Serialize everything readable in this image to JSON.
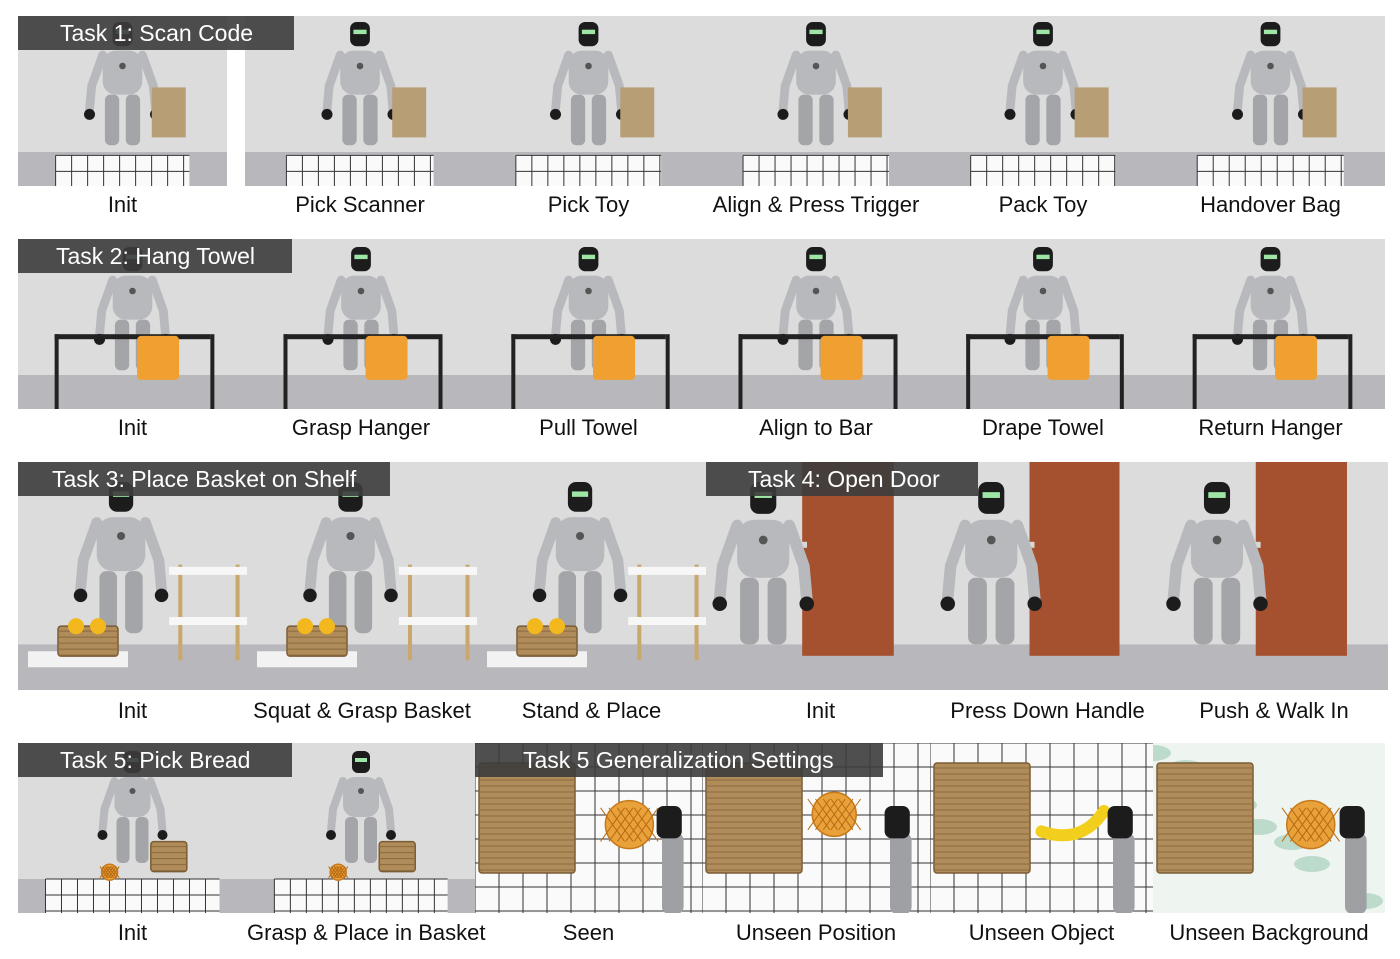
{
  "colors": {
    "banner_bg": "#4a4a4a",
    "wall": "#dcdcdc",
    "floor": "#b8b8bc",
    "robot_body": "#b7b9bd",
    "robot_dark": "#1c1c1c",
    "towel": "#f0a030",
    "basket": "#b08c5a",
    "door": "#a5502e",
    "bread": "#e9a23a",
    "banana": "#f2cf1c",
    "grid_bg": "#f7f7f7"
  },
  "tasks": [
    {
      "banner": "Task 1: Scan Code",
      "captions": [
        "Init",
        "Pick Scanner",
        "Pick Toy",
        "Align & Press Trigger",
        "Pack Toy",
        "Handover Bag"
      ]
    },
    {
      "banner": "Task 2: Hang Towel",
      "captions": [
        "Init",
        "Grasp Hanger",
        "Pull Towel",
        "Align to Bar",
        "Drape Towel",
        "Return Hanger"
      ]
    },
    {
      "banner": "Task 3: Place Basket on Shelf",
      "captions": [
        "Init",
        "Squat & Grasp Basket",
        "Stand & Place"
      ]
    },
    {
      "banner": "Task 4: Open Door",
      "captions": [
        "Init",
        "Press Down Handle",
        "Push & Walk In"
      ]
    },
    {
      "banner": "Task 5: Pick Bread",
      "captions": [
        "Init",
        "Grasp & Place in Basket"
      ]
    },
    {
      "banner": "Task 5 Generalization Settings",
      "captions": [
        "Seen",
        "Unseen Position",
        "Unseen Object",
        "Unseen Background"
      ]
    }
  ]
}
